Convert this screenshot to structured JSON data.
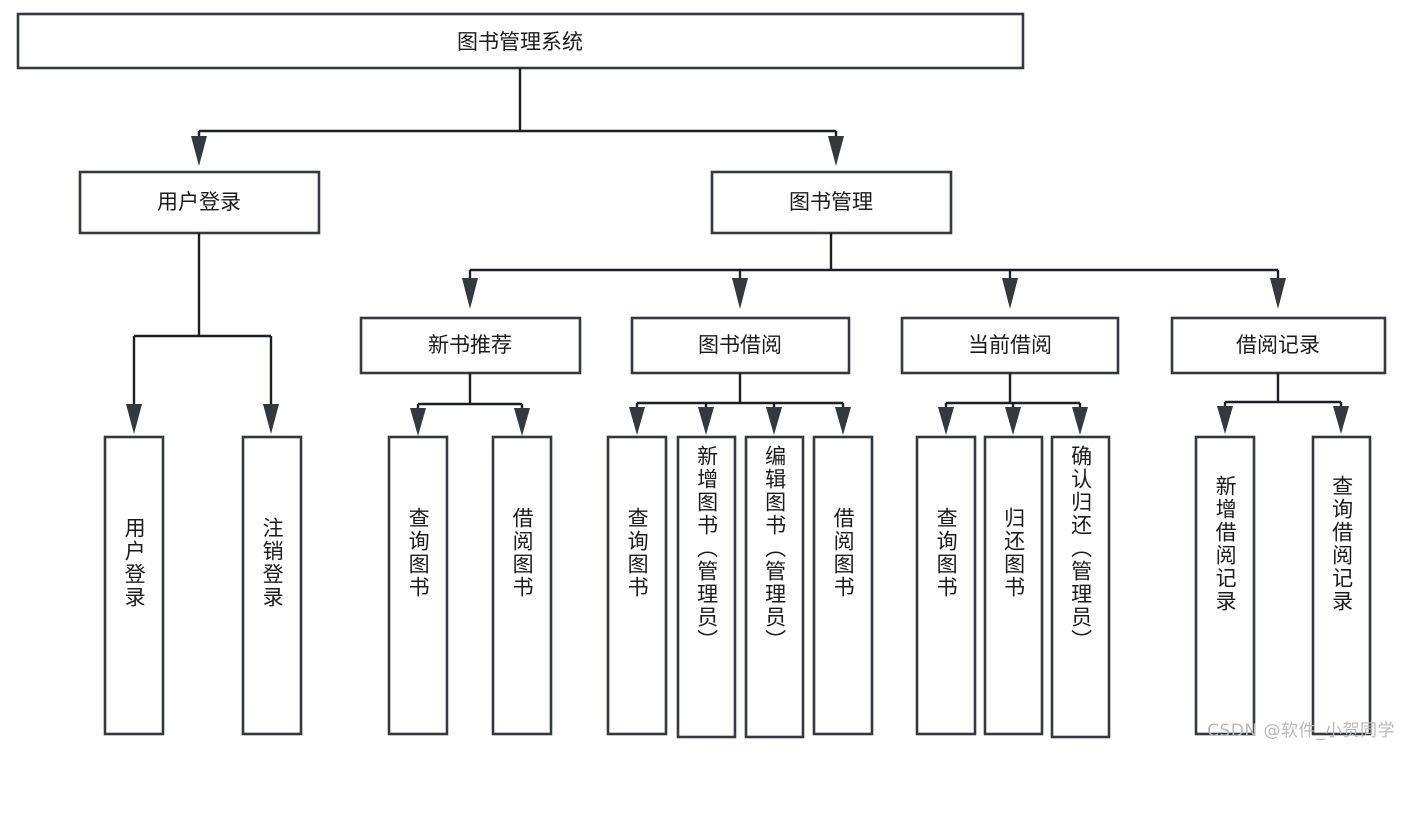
{
  "diagram": {
    "type": "tree-hierarchy",
    "title": "图书管理系统",
    "orientation": "top-down",
    "colors": {
      "background": "#ffffff",
      "box_stroke": "#33393f",
      "connector": "#1c1f23",
      "text": "#1b1b1b",
      "watermark": "#b9b9b9"
    },
    "root": {
      "label": "图书管理系统",
      "level": 0
    },
    "level1": [
      {
        "id": "user-login",
        "label": "用户登录"
      },
      {
        "id": "book-management",
        "label": "图书管理"
      }
    ],
    "level2": [
      {
        "id": "new-book-recommend",
        "label": "新书推荐",
        "parent": "book-management"
      },
      {
        "id": "book-borrow",
        "label": "图书借阅",
        "parent": "book-management"
      },
      {
        "id": "current-borrow",
        "label": "当前借阅",
        "parent": "book-management"
      },
      {
        "id": "borrow-record",
        "label": "借阅记录",
        "parent": "book-management"
      }
    ],
    "leaves": {
      "user-login": [
        {
          "id": "leaf-user-login",
          "label": "用户登录"
        },
        {
          "id": "leaf-user-logout",
          "label": "注销登录"
        }
      ],
      "new-book-recommend": [
        {
          "id": "leaf-query-book-1",
          "label": "查询图书"
        },
        {
          "id": "leaf-borrow-book-1",
          "label": "借阅图书"
        }
      ],
      "book-borrow": [
        {
          "id": "leaf-query-book-2",
          "label": "查询图书"
        },
        {
          "id": "leaf-add-book-admin",
          "label": "新增图书（管理员）"
        },
        {
          "id": "leaf-edit-book-admin",
          "label": "编辑图书（管理员）"
        },
        {
          "id": "leaf-borrow-book-2",
          "label": "借阅图书"
        }
      ],
      "current-borrow": [
        {
          "id": "leaf-query-book-3",
          "label": "查询图书"
        },
        {
          "id": "leaf-return-book",
          "label": "归还图书"
        },
        {
          "id": "leaf-confirm-return-admin",
          "label": "确认归还（管理员）"
        }
      ],
      "borrow-record": [
        {
          "id": "leaf-add-borrow-record",
          "label": "新增借阅记录"
        },
        {
          "id": "leaf-query-borrow-record",
          "label": "查询借阅记录"
        }
      ]
    }
  },
  "watermark": {
    "text": "CSDN @软件_小贺同学"
  }
}
